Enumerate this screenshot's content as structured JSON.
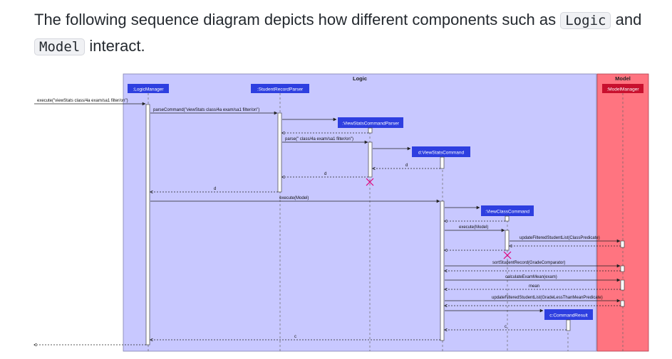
{
  "intro": {
    "text_before": "The following sequence diagram depicts how different components such as",
    "code_logic": "Logic",
    "text_and": "and",
    "code_model": "Model",
    "text_after": "interact."
  },
  "diagram": {
    "boxes": {
      "logic": "Logic",
      "model": "Model"
    },
    "participants": {
      "logic_manager": ":LogicManager",
      "parser": ":StudentRecordParser",
      "stats_parser": ":ViewStatsCommandParser",
      "stats_command": "d:ViewStatsCommand",
      "class_command": ":ViewClassCommand",
      "result": "c:CommandResult",
      "model_manager": ":ModelManager"
    },
    "messages": {
      "execute_input": "execute(\"viewStats class/4a exam/sa1 filter/on\")",
      "parse_command": "parseCommand(\"viewStats class/4a exam/sa1 filter/on\")",
      "parse": "parse(\" class/4a exam/sa1 filter/on\")",
      "d1": "d",
      "d2": "d",
      "d3": "d",
      "execute_model": "execute(Model)",
      "execute_model2": "execute(Model)",
      "update_class": "updateFilteredStudentList(ClassPredicate)",
      "sort": "sortStudentRecord(GradeComparator)",
      "calc": "calculateExamMean(exam)",
      "mean": "mean",
      "update_grade": "updateFilteredStudentList(GradeLessThanMeanPredicate)",
      "c1": "c",
      "c2": "c"
    },
    "colors": {
      "logic_box": "#c8c8ff",
      "model_box": "#ff7480",
      "participant": "#2e3fe0",
      "model_participant": "#c8102e",
      "destroy": "#e0007a"
    }
  }
}
